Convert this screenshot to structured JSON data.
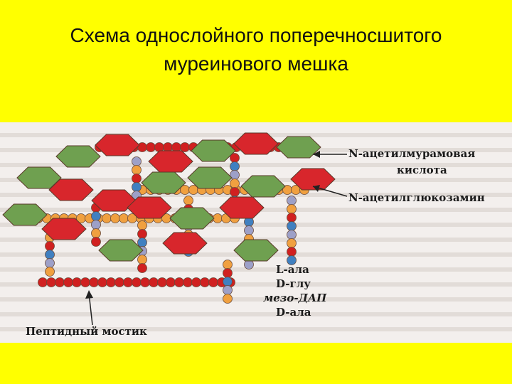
{
  "title": {
    "line1": "Схема однослойного поперечносшитого",
    "line2": "муреинового мешка"
  },
  "diagram": {
    "label_nam": "N-ацетилмурамовая",
    "label_nam2": "кислота",
    "label_nag": "N-ацетилглюкозамин",
    "label_bridge": "Пептидный мостик",
    "peptide_legend": [
      "L-ала",
      "D-глу",
      "мезо-ДАП",
      "D-ала"
    ],
    "colors": {
      "nam": "#d8262c",
      "nag": "#6fa050",
      "ala_l": "#9da0c8",
      "glu": "#f0a040",
      "dap": "#d02020",
      "ala_d": "#4080c0"
    }
  }
}
